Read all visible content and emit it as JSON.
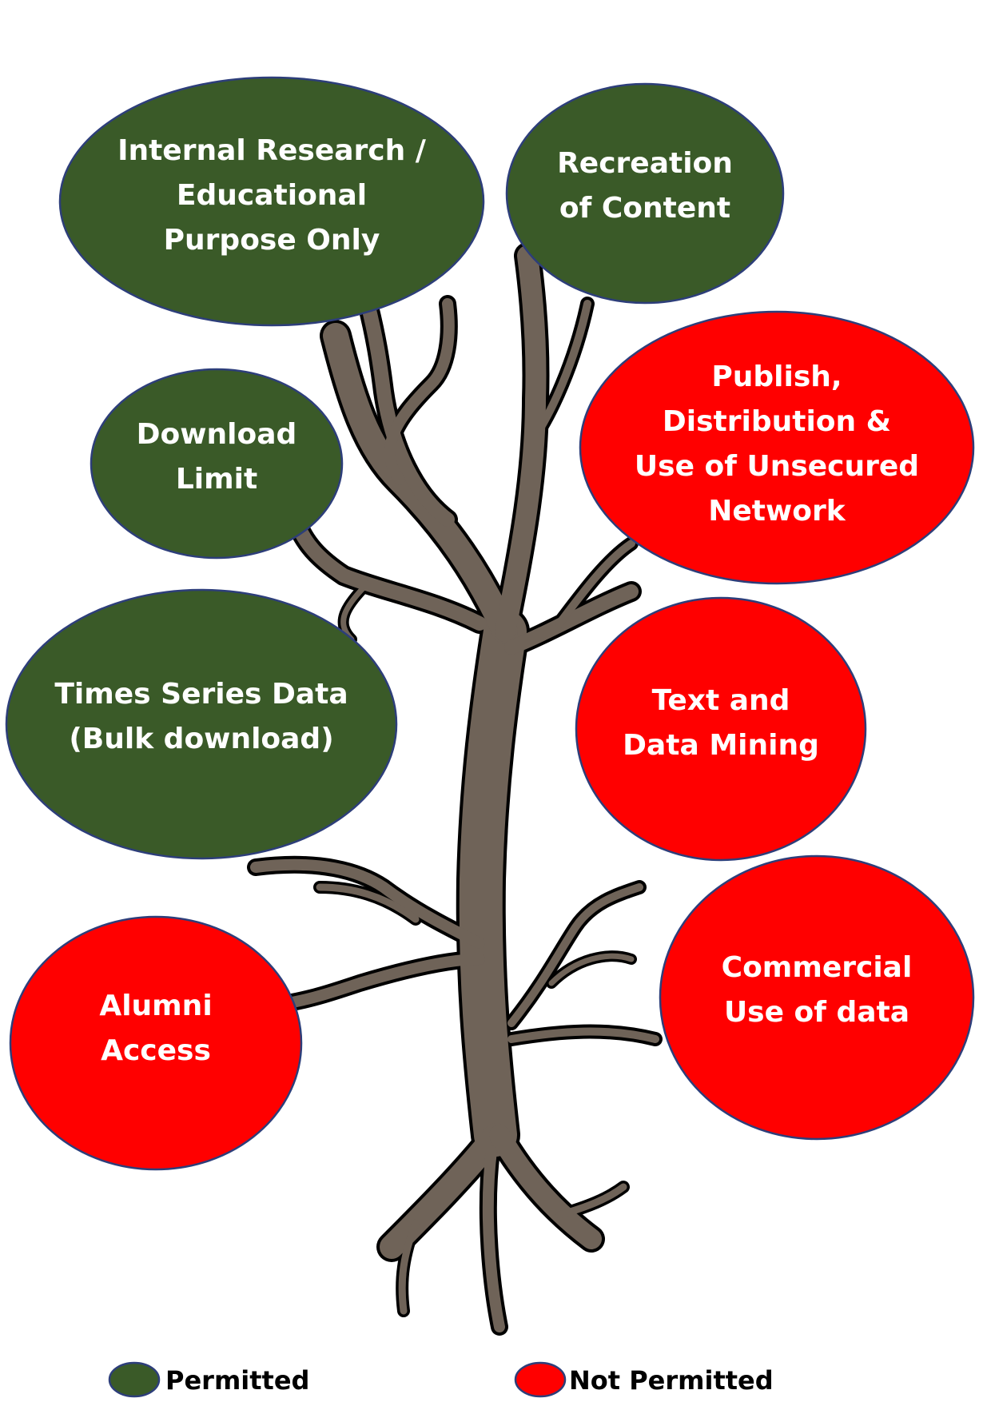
{
  "colors": {
    "permitted": "#3a5a28",
    "not_permitted": "#ff0000",
    "bubble_outline": "#2d3e7a",
    "tree_fill": "#6f6358",
    "tree_outline": "#000000",
    "label_text": "#ffffff",
    "legend_text": "#000000"
  },
  "bubbles": [
    {
      "id": "internal-research",
      "status": "permitted",
      "lines": [
        "Internal Research /",
        "Educational",
        "Purpose Only"
      ]
    },
    {
      "id": "recreation-of-content",
      "status": "permitted",
      "lines": [
        "Recreation",
        "of Content"
      ]
    },
    {
      "id": "download-limit",
      "status": "permitted",
      "lines": [
        "Download",
        "Limit"
      ]
    },
    {
      "id": "publish-distribution",
      "status": "not_permitted",
      "lines": [
        "Publish,",
        "Distribution &",
        "Use of Unsecured",
        "Network"
      ]
    },
    {
      "id": "times-series-data",
      "status": "permitted",
      "lines": [
        "Times Series Data",
        "(Bulk download)"
      ]
    },
    {
      "id": "text-data-mining",
      "status": "not_permitted",
      "lines": [
        "Text and",
        "Data Mining"
      ]
    },
    {
      "id": "alumni-access",
      "status": "not_permitted",
      "lines": [
        "Alumni",
        "Access"
      ]
    },
    {
      "id": "commercial-use",
      "status": "not_permitted",
      "lines": [
        "Commercial",
        "Use of data"
      ]
    }
  ],
  "legend": {
    "permitted_label": "Permitted",
    "not_permitted_label": "Not Permitted"
  }
}
